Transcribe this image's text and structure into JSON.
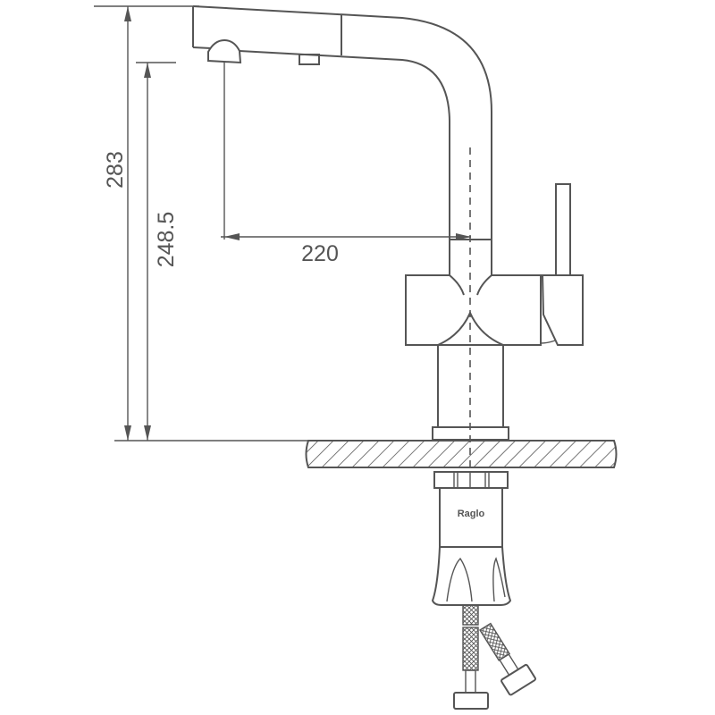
{
  "dimensions": {
    "total_height": "283",
    "spout_height": "248.5",
    "spout_reach": "220"
  },
  "brand": "Raglo",
  "colors": {
    "line": "#555555",
    "background": "#ffffff"
  }
}
